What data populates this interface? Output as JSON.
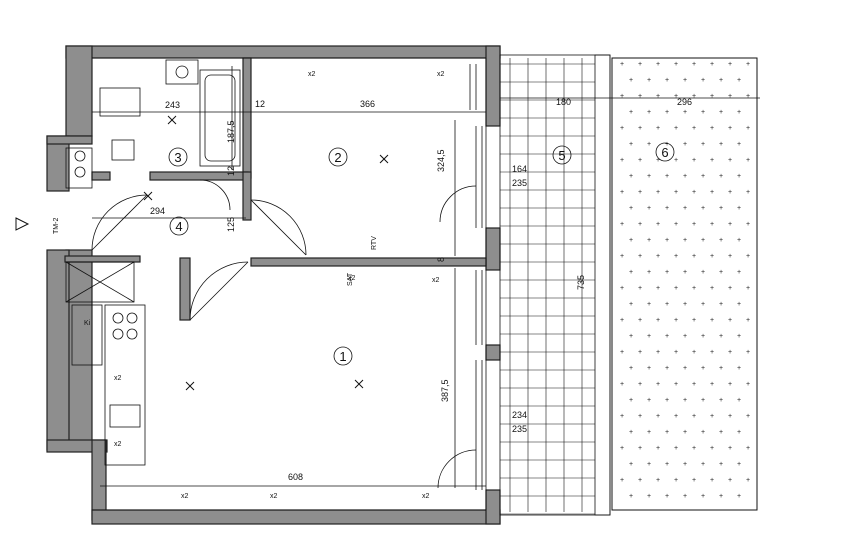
{
  "rooms": [
    {
      "id": "room-1",
      "number": "1"
    },
    {
      "id": "room-2",
      "number": "2"
    },
    {
      "id": "room-3",
      "number": "3"
    },
    {
      "id": "room-4",
      "number": "4"
    },
    {
      "id": "room-5",
      "number": "5"
    },
    {
      "id": "room-6",
      "number": "6"
    }
  ],
  "dimensions": {
    "bath_width": "243",
    "bath_gap": "12",
    "bath_depth": "187,5",
    "bath_gap2": "12",
    "room2_width": "366",
    "room2_depth": "324,5",
    "hall_width": "294",
    "hall_depth": "125",
    "hall_gap": "8",
    "room1_width": "608",
    "room1_depth": "387,5",
    "balcony_width": "180",
    "terrace_width": "296",
    "balcony_depth": "735",
    "balcony_top_a": "164",
    "balcony_top_b": "235",
    "balcony_bottom_a": "234",
    "balcony_bottom_b": "235"
  },
  "annotations": {
    "socket_x2": "x2",
    "rtv_label": "RTV",
    "tm_label": "TM-2",
    "entrance_marker": "Ki",
    "sat_label": "SAT"
  }
}
